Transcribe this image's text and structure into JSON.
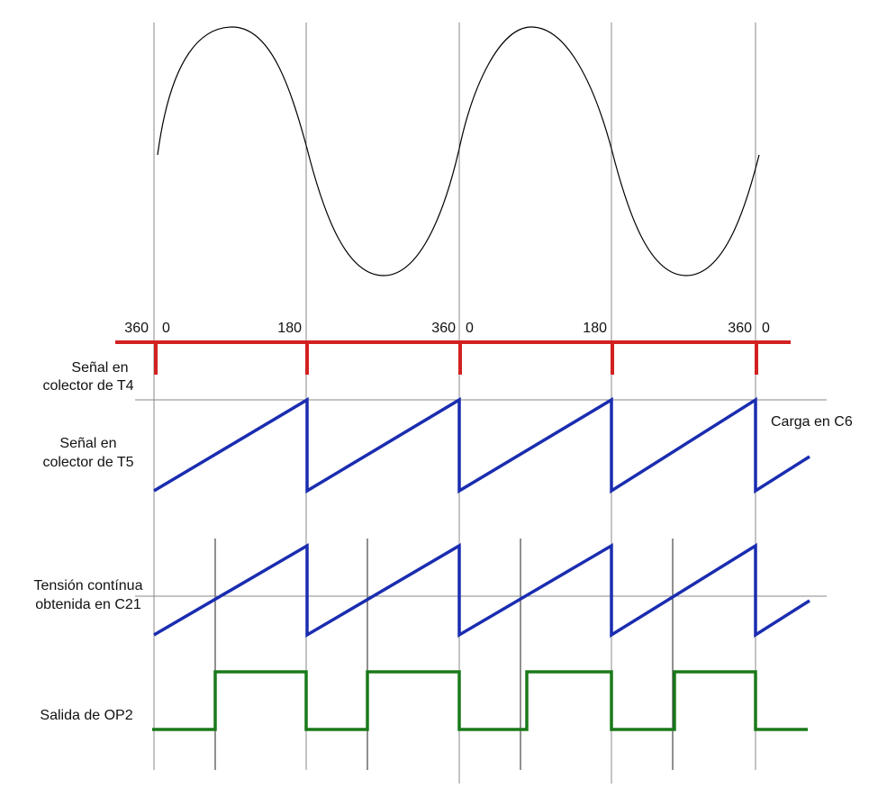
{
  "colors": {
    "sine": "#000000",
    "gridline": "#888888",
    "pulse_axis": "#d32020",
    "sawtooth": "#1a2db0",
    "square": "#1a7a1a"
  },
  "degree_labels": [
    "360",
    "0",
    "180",
    "360",
    "0",
    "180",
    "360",
    "0"
  ],
  "rows": {
    "t4_line1": "Señal en",
    "t4_line2": "colector de T4",
    "t5_line1": "Señal en",
    "t5_line2": "colector de T5",
    "c21_line1": "Tensión contínua",
    "c21_line2": "obtenida en C21",
    "op2_label": "Salida de OP2"
  },
  "annotation": "Carga en C6"
}
